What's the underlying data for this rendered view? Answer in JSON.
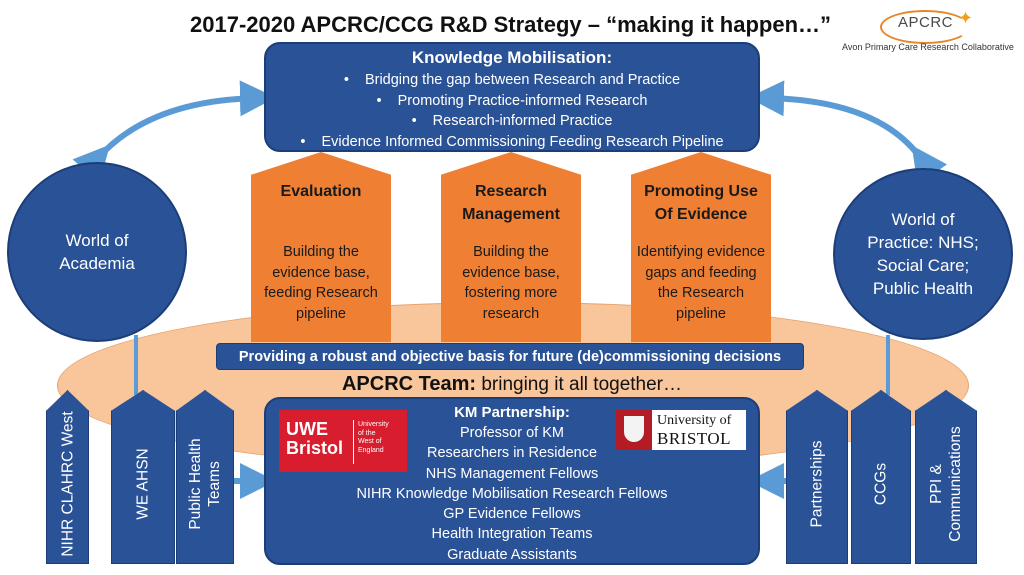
{
  "title": "2017-2020 APCRC/CCG R&D Strategy – “making it happen…”",
  "logo": {
    "name": "APCRC",
    "sub": "Avon Primary Care Research Collaborative"
  },
  "knowledge": {
    "heading": "Knowledge Mobilisation:",
    "bullets": [
      "Bridging the gap between Research and Practice",
      "Promoting Practice-informed Research",
      "Research-informed Practice",
      "Evidence Informed Commissioning Feeding Research Pipeline"
    ]
  },
  "pillars": [
    {
      "heading": "Evaluation",
      "desc": "Building the evidence base, feeding Research pipeline"
    },
    {
      "heading": "Research Management",
      "desc": "Building the evidence base, fostering more research"
    },
    {
      "heading": "Promoting Use Of Evidence",
      "desc": "Identifying evidence gaps and feeding the Research pipeline"
    }
  ],
  "academia": "World of Academia",
  "practice": "World of Practice: NHS; Social Care; Public Health",
  "band": "Providing a robust and objective basis for future (de)commissioning decisions",
  "team": {
    "bold": "APCRC Team:",
    "rest": " bringing it all together…"
  },
  "partnership": {
    "heading": "KM Partnership:",
    "items": [
      "Professor of KM",
      "Researchers in Residence",
      "NHS Management Fellows",
      "NIHR Knowledge  Mobilisation Research Fellows",
      "GP Evidence Fellows",
      "Health Integration Teams",
      "Graduate Assistants"
    ]
  },
  "uwe": {
    "big1": "UWE",
    "big2": "Bristol",
    "small": [
      "University",
      "of the",
      "West of",
      "England"
    ]
  },
  "bristol": {
    "line1": "University of",
    "line2": "BRISTOL"
  },
  "left_tabs": [
    "NIHR CLAHRC West",
    "WE AHSN",
    "Public Health Teams"
  ],
  "right_tabs": [
    "Partnerships",
    "CCGs",
    "PPI & Communications"
  ],
  "colors": {
    "navy": "#2a5296",
    "orange": "#ee7f33",
    "peach": "#f9c59b",
    "arrow": "#5b9bd5",
    "uwe_red": "#d71d2e"
  }
}
